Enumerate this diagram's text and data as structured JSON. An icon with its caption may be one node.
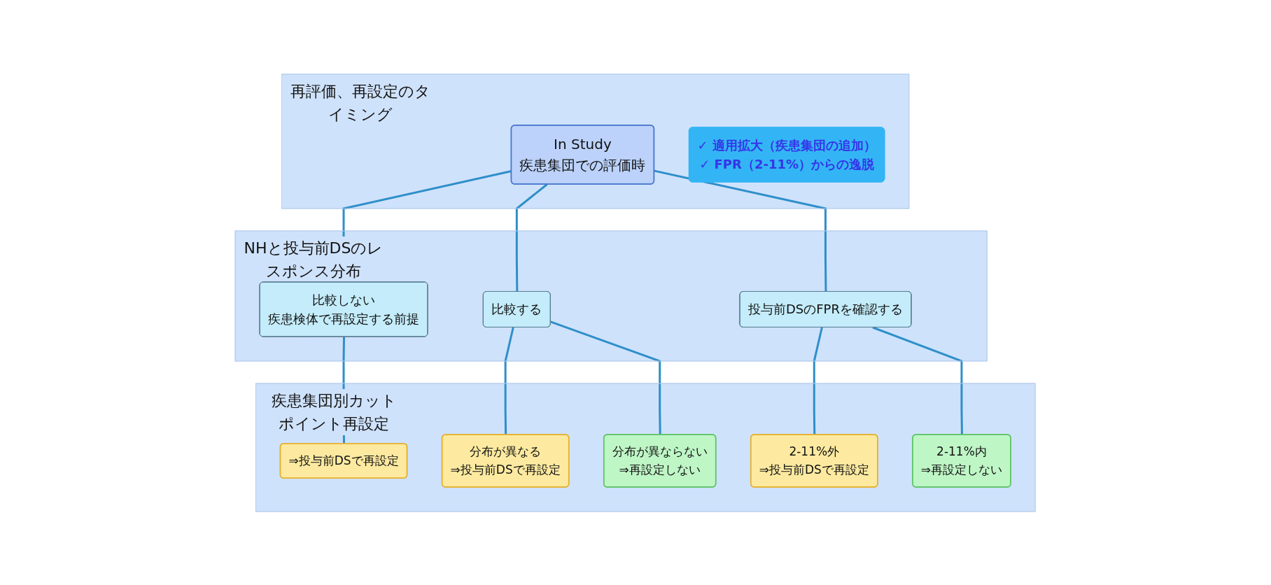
{
  "diagram": {
    "nodes": [
      {
        "text": [
          "再評価、再設定のタイミング"
        ]
      },
      {
        "text": [
          "In Study",
          "疾患集団での評価時"
        ],
        "in": 0
      },
      {
        "text": [
          "✓ 適用拡大（疾患集団の追加）",
          "✓ FPR（2-11%）からの逸脱"
        ],
        "in": 0
      },
      {
        "text": [
          "NHと投与前DSのレスポンス分布"
        ]
      },
      {
        "text": [
          "比較しない",
          "疾患検体で再設定する前提"
        ],
        "in": 3
      },
      {
        "text": [
          "比較する"
        ],
        "in": 3
      },
      {
        "text": [
          "投与前DSのFPRを確認する"
        ],
        "in": 3
      },
      {
        "text": [
          "疾患集団別カットポイント再設定"
        ]
      },
      {
        "text": [
          "⇒投与前DSで再設定"
        ],
        "in": 7
      },
      {
        "text": [
          "分布が異なる",
          "⇒投与前DSで再設定"
        ],
        "in": 7
      },
      {
        "text": [
          "分布が異ならない",
          "⇒再設定しない"
        ],
        "in": 7
      },
      {
        "text": [
          "2-11%外",
          "⇒投与前DSで再設定"
        ],
        "in": 7
      },
      {
        "text": [
          "2-11%内",
          "⇒再設定しない"
        ],
        "in": 7
      }
    ],
    "edges": [
      {
        "from": 1,
        "to": 4,
        "arrow": "none"
      },
      {
        "from": 1,
        "to": 5,
        "arrow": "none"
      },
      {
        "from": 1,
        "to": 6,
        "arrow": "none"
      },
      {
        "from": 4,
        "to": 8,
        "arrow": "none"
      },
      {
        "from": 5,
        "to": 9,
        "arrow": "none"
      },
      {
        "from": 5,
        "to": 10,
        "arrow": "none"
      },
      {
        "from": 6,
        "to": 11,
        "arrow": "none"
      },
      {
        "from": 6,
        "to": 12,
        "arrow": "none"
      }
    ]
  }
}
